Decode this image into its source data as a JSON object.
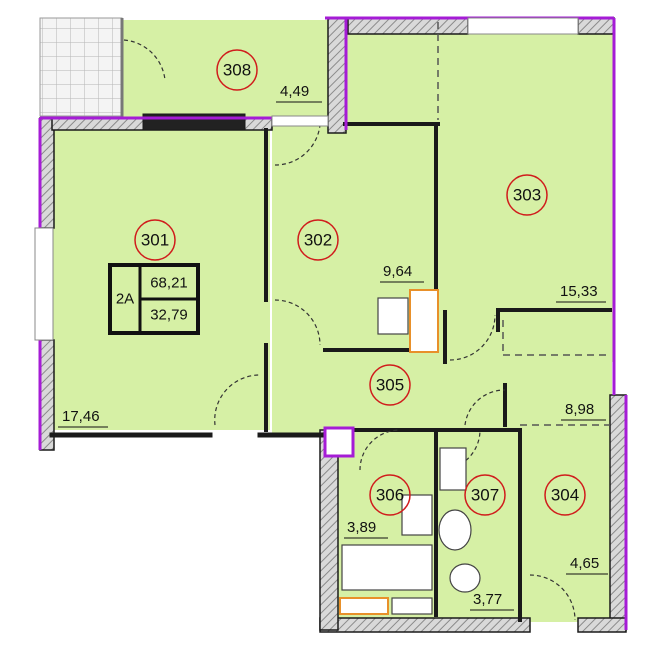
{
  "colors": {
    "floor": "#d6f0a5",
    "wall": "#1a1a1a",
    "wall_hatch": "#888888",
    "exterior_wall": "#a51cd6",
    "room_circle": "#d01c1c",
    "fixture_highlight": "#e8902a",
    "balcony_tile": "#bcbcbc"
  },
  "rooms": [
    {
      "id": "301",
      "area": "17,46"
    },
    {
      "id": "302",
      "area": "9,64"
    },
    {
      "id": "303",
      "area": "15,33"
    },
    {
      "id": "304",
      "area": "4,65"
    },
    {
      "id": "305",
      "area": "8,98"
    },
    {
      "id": "306",
      "area": "3,89"
    },
    {
      "id": "307",
      "area": "3,77"
    },
    {
      "id": "308",
      "area": "4,49"
    }
  ],
  "apartment": {
    "type": "2А",
    "total_area": "68,21",
    "living_area": "32,79"
  }
}
